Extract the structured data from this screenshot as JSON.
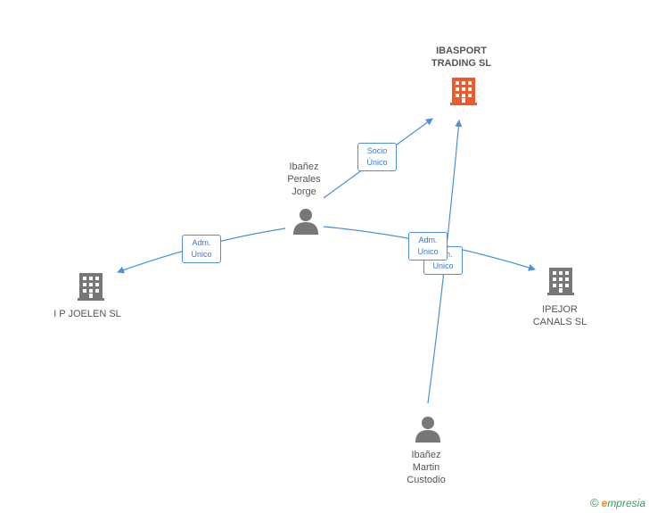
{
  "colors": {
    "edge": "#4a90d9",
    "company": "#777777",
    "main_company": "#f0592a",
    "person": "#777777"
  },
  "nodes": {
    "main": {
      "label_line1": "IBASPORT",
      "label_line2": "TRADING SL",
      "icon": "building-icon"
    },
    "person1": {
      "label_line1": "Ibañez",
      "label_line2": "Perales",
      "label_line3": "Jorge",
      "icon": "person-icon"
    },
    "company1": {
      "label": "I P JOELEN SL",
      "icon": "building-icon"
    },
    "company2": {
      "label_line1": "IPEJOR",
      "label_line2": "CANALS SL",
      "icon": "building-icon"
    },
    "person2": {
      "label_line1": "Ibañez",
      "label_line2": "Martin",
      "label_line3": "Custodio",
      "icon": "person-icon"
    }
  },
  "edges": {
    "socio": {
      "line1": "Socio",
      "line2": "Único"
    },
    "adm1": {
      "line1": "Adm.",
      "line2": "Unico"
    },
    "adm2": {
      "line1": "Adm.",
      "line2": "Unico"
    },
    "adm3": {
      "line1": "Adm.",
      "line2": "Unico"
    }
  },
  "footer": {
    "copyright_symbol": "©",
    "brand_e": "e",
    "brand_rest": "mpresia"
  }
}
